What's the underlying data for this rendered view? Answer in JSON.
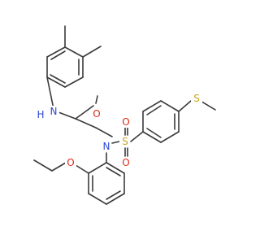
{
  "colors": {
    "carbon_bond": "#3a3a3a",
    "nitrogen": "#2f49d0",
    "oxygen": "#e0281b",
    "sulfur": "#c8a21e",
    "background": "#ffffff"
  },
  "atom_labels": {
    "amide_nh": "N",
    "amide_nh_h": "H",
    "carbonyl_o": "O",
    "sulfonamide_n": "N",
    "sulfonyl_s": "S",
    "sulfonyl_o_top": "O",
    "sulfonyl_o_bottom": "O",
    "thioether_s": "S",
    "ether_o": "O"
  }
}
